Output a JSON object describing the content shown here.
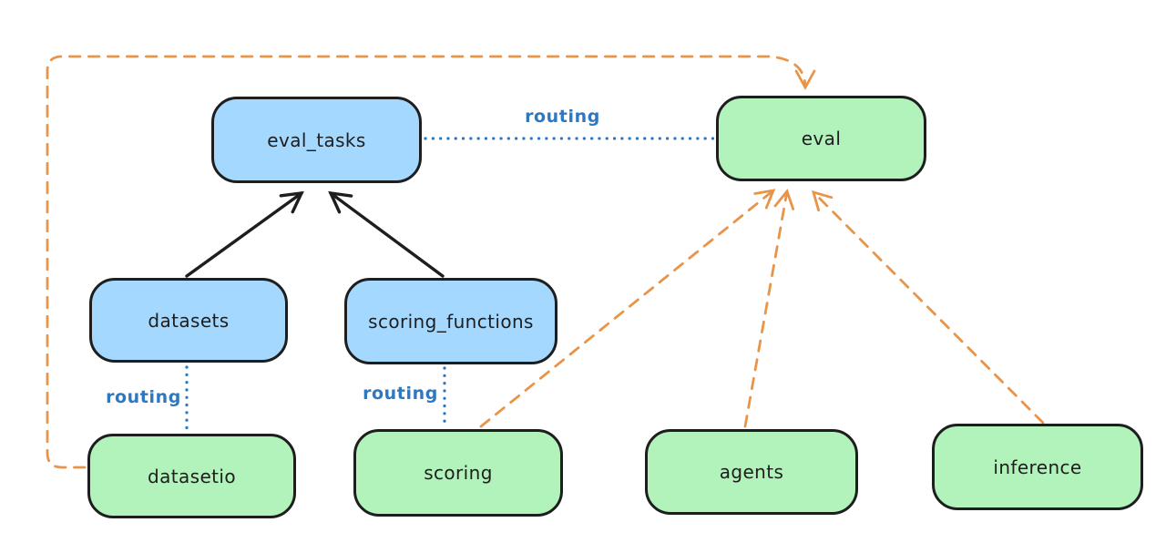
{
  "diagram": {
    "nodes": [
      {
        "id": "eval_tasks",
        "label": "eval_tasks",
        "fill": "#a5d8ff"
      },
      {
        "id": "eval",
        "label": "eval",
        "fill": "#b2f2bb"
      },
      {
        "id": "datasets",
        "label": "datasets",
        "fill": "#a5d8ff"
      },
      {
        "id": "scoring_functions",
        "label": "scoring_functions",
        "fill": "#a5d8ff"
      },
      {
        "id": "datasetio",
        "label": "datasetio",
        "fill": "#b2f2bb"
      },
      {
        "id": "scoring",
        "label": "scoring",
        "fill": "#b2f2bb"
      },
      {
        "id": "agents",
        "label": "agents",
        "fill": "#b2f2bb"
      },
      {
        "id": "inference",
        "label": "inference",
        "fill": "#b2f2bb"
      }
    ],
    "edge_labels": [
      {
        "id": "routing-eval_tasks-eval",
        "text": "routing"
      },
      {
        "id": "routing-datasets-datasetio",
        "text": "routing"
      },
      {
        "id": "routing-scoring_functions-scoring",
        "text": "routing"
      }
    ],
    "colors": {
      "blue_fill": "#a5d8ff",
      "green_fill": "#b2f2bb",
      "stroke": "#1e1e1e",
      "routing_blue": "#2e78c2",
      "provider_orange": "#e89449",
      "background": "#ffffff"
    }
  }
}
